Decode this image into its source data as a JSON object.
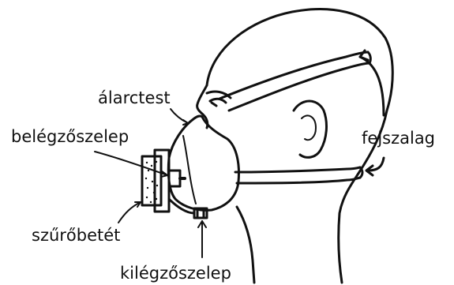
{
  "labels": {
    "alarctest": "álarctest",
    "belegzoszelep": "belégzőszelep",
    "fejszalag": "fejszalag",
    "szurobetet": "szűrőbetét",
    "kilegzoszelep": "kilégzőszelep"
  },
  "colors": {
    "ink": "#111111",
    "background": "#ffffff"
  }
}
